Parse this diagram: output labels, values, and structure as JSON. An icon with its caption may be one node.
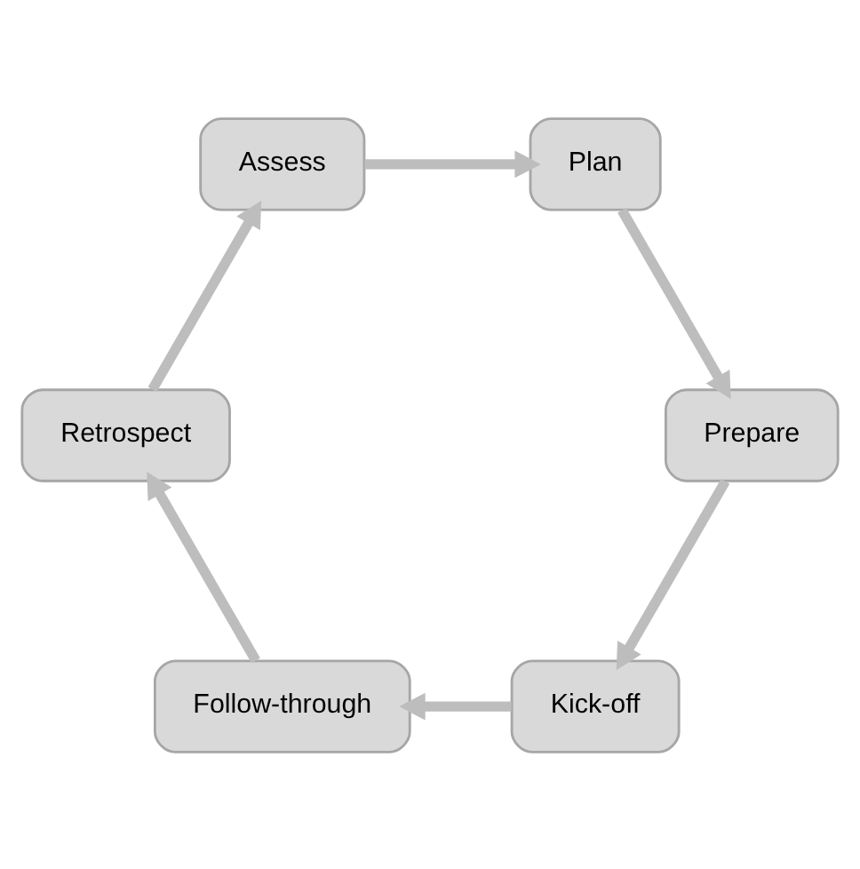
{
  "diagram": {
    "nodes": [
      {
        "text": [
          "Assess"
        ]
      },
      {
        "text": [
          "Plan"
        ]
      },
      {
        "text": [
          "Prepare"
        ]
      },
      {
        "text": [
          "Kick-off"
        ]
      },
      {
        "text": [
          "Follow-through"
        ]
      },
      {
        "text": [
          "Retrospect"
        ]
      }
    ],
    "edges": [
      {
        "from": 0,
        "to": 1,
        "arrow": "to"
      },
      {
        "from": 1,
        "to": 2,
        "arrow": "to"
      },
      {
        "from": 2,
        "to": 3,
        "arrow": "to"
      },
      {
        "from": 3,
        "to": 4,
        "arrow": "to"
      },
      {
        "from": 4,
        "to": 5,
        "arrow": "to"
      },
      {
        "from": 5,
        "to": 0,
        "arrow": "to"
      }
    ]
  }
}
